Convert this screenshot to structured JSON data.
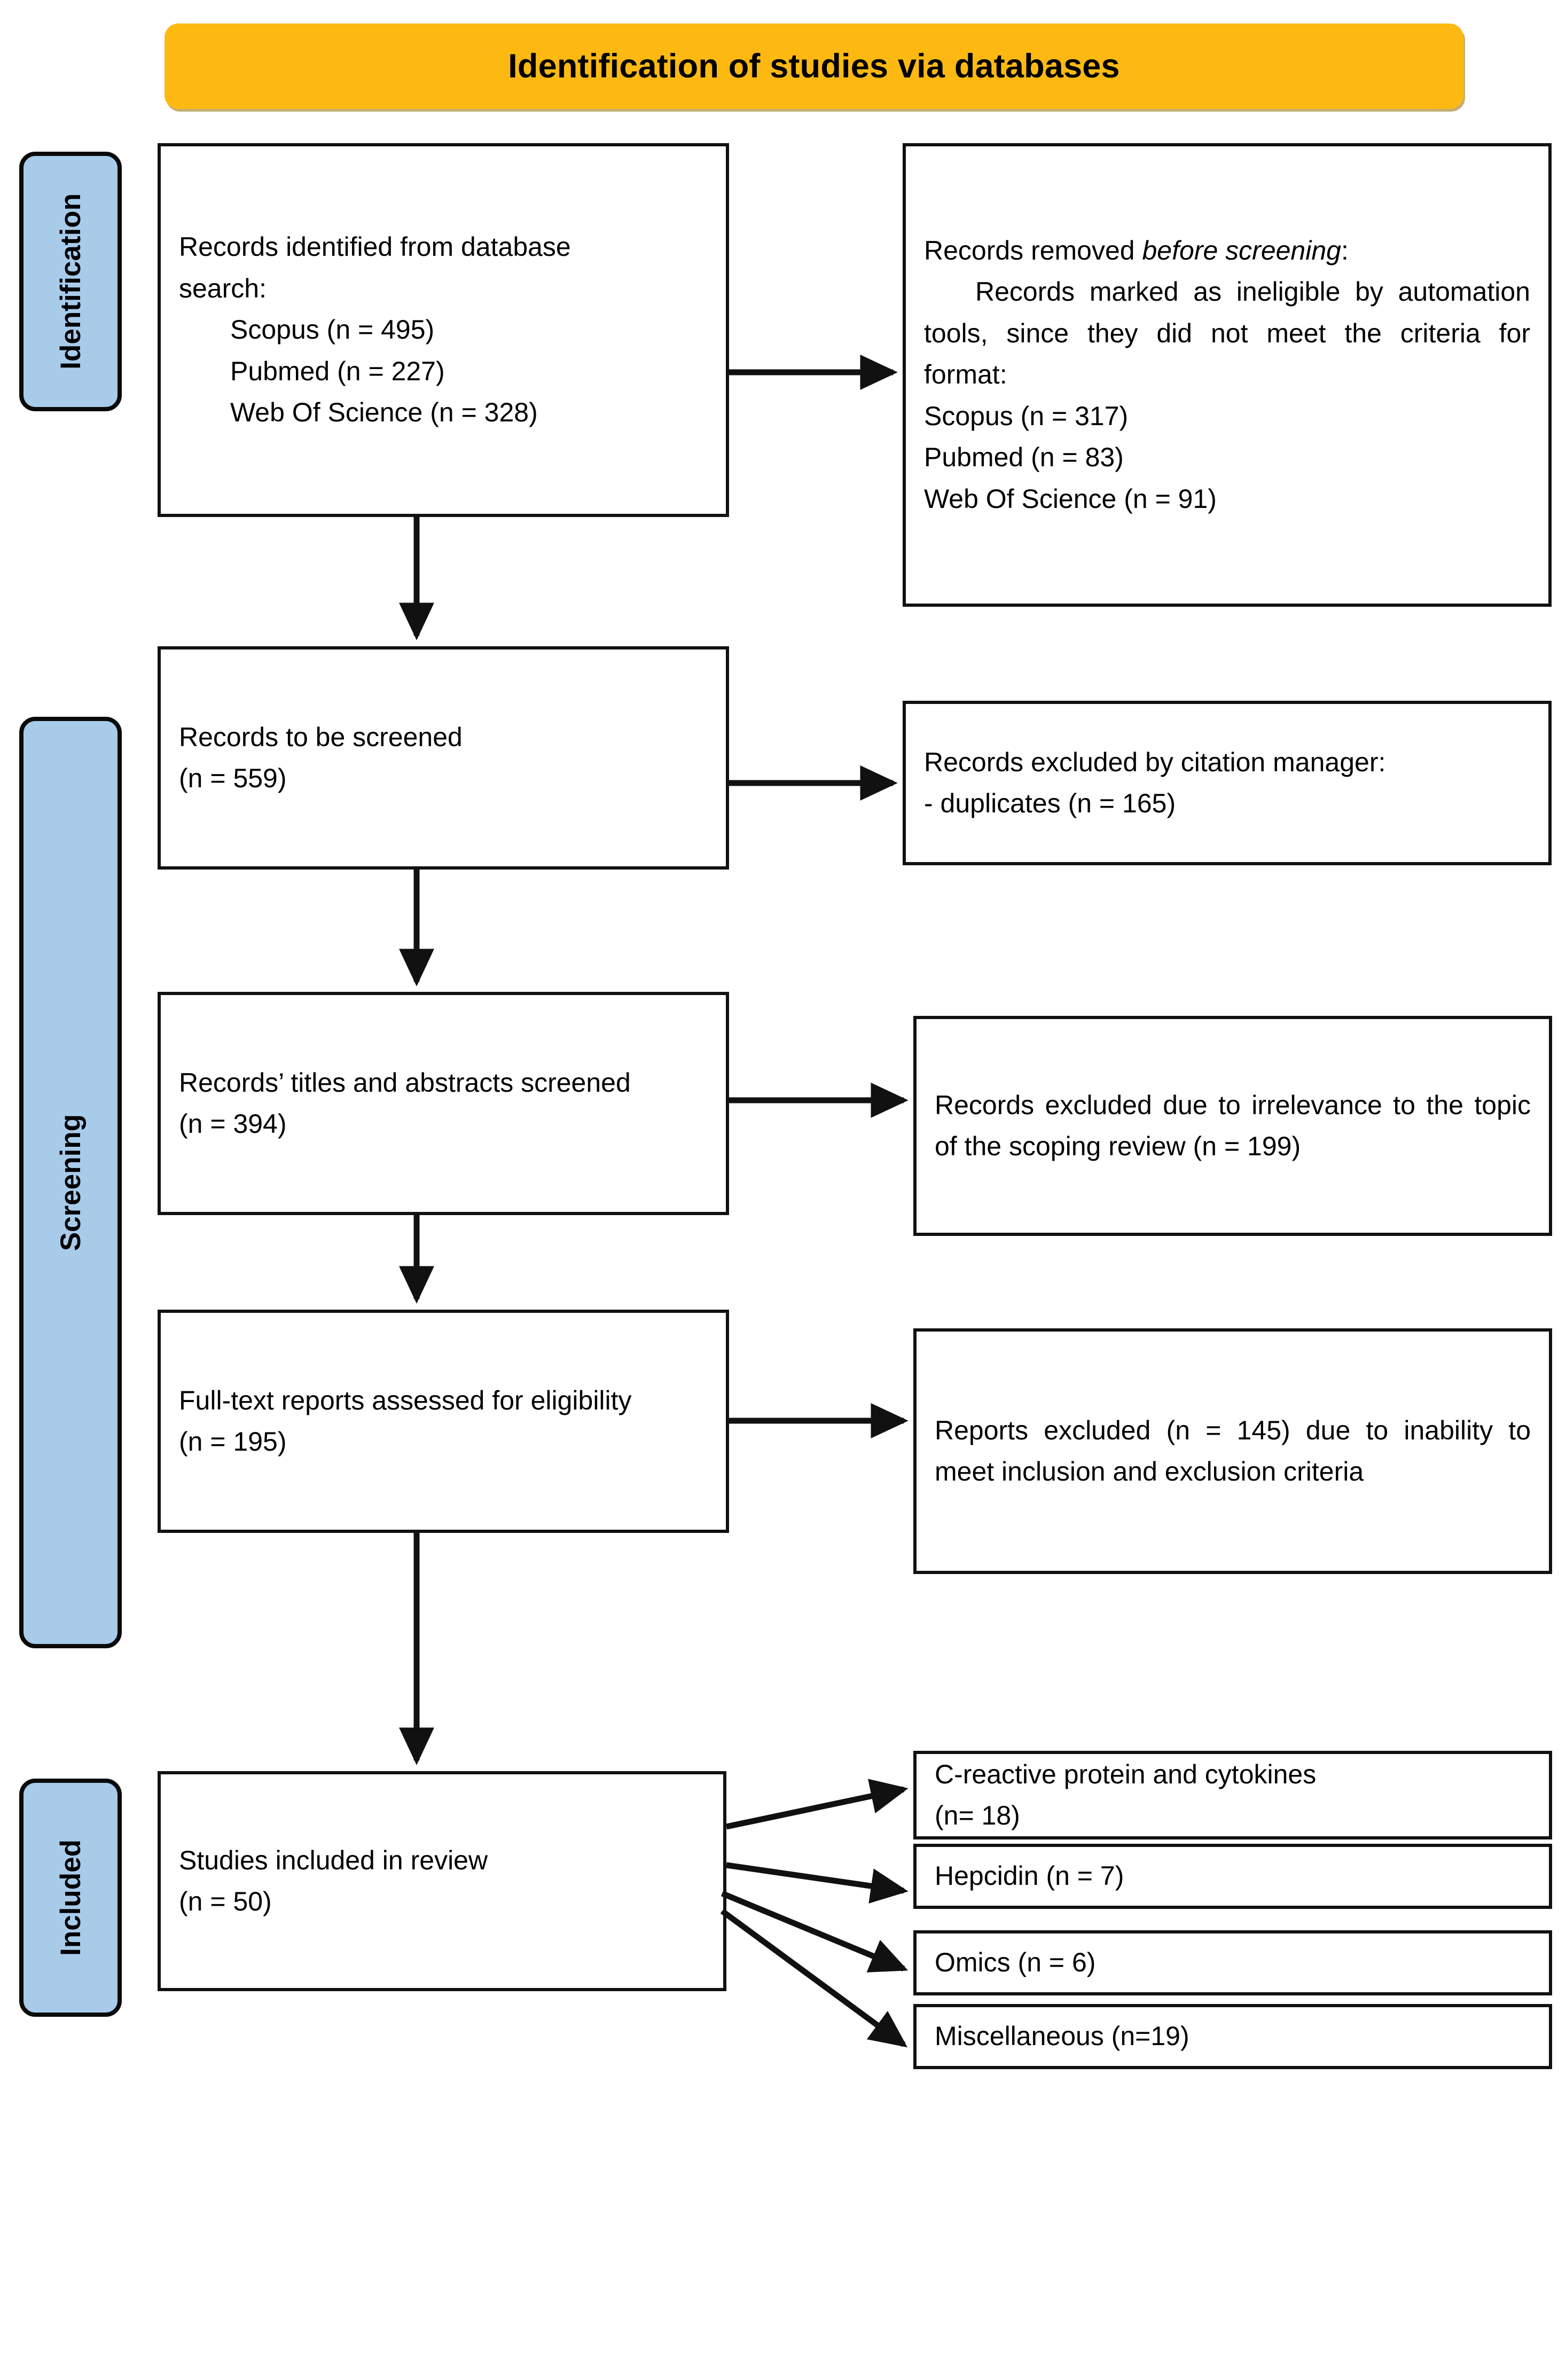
{
  "banner": {
    "title": "Identification of studies via databases",
    "color": "#FDB912"
  },
  "stages": {
    "color": "#A8CBEA",
    "identification": "Identification",
    "screening": "Screening",
    "included": "Included"
  },
  "boxes": {
    "identified": {
      "line1": "Records identified from database",
      "line2": "search:",
      "sources": [
        "Scopus (n = 495)",
        "Pubmed (n = 227)",
        "Web Of Science (n = 328)"
      ]
    },
    "removed": {
      "heading_prefix": "Records removed ",
      "heading_italic": "before screening",
      "heading_suffix": ":",
      "body": "Records marked as ineligible by automation tools, since they did not meet the criteria for format:",
      "sources": [
        "Scopus (n = 317)",
        "Pubmed (n = 83)",
        "Web Of Science (n = 91)"
      ]
    },
    "screened": {
      "line1": "Records to be screened",
      "line2": "(n = 559)"
    },
    "excluded_citation_manager": {
      "line1": "Records excluded by citation manager:",
      "line2": "- duplicates (n = 165)"
    },
    "titles_abstracts": {
      "line1": "Records’ titles and abstracts screened",
      "line2": "(n = 394)"
    },
    "excluded_irrelevance": {
      "line1": "Records excluded due to irrelevance to the topic of the scoping review (n = 199)"
    },
    "full_text": {
      "line1": "Full-text reports assessed for eligibility",
      "line2": "(n = 195)"
    },
    "excluded_reports": {
      "line1": "Reports excluded (n = 145) due to inability to meet inclusion and exclusion criteria"
    },
    "included": {
      "line1": "Studies included in review",
      "line2": "(n = 50)"
    },
    "categories": [
      {
        "line1": "C-reactive protein and cytokines",
        "line2": "(n= 18)"
      },
      {
        "line1": "Hepcidin (n = 7)",
        "line2": ""
      },
      {
        "line1": "Omics (n = 6)",
        "line2": ""
      },
      {
        "line1": "Miscellaneous (n=19)",
        "line2": ""
      }
    ]
  }
}
